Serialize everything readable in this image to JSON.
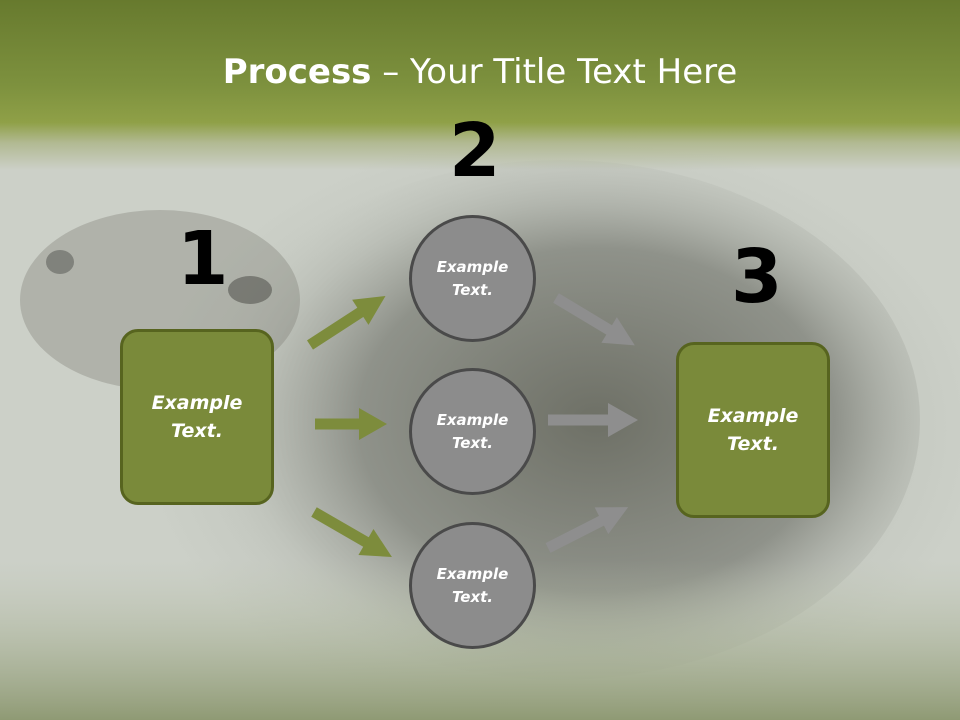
{
  "title": {
    "bold": "Process",
    "rest": " – Your Title Text Here"
  },
  "steps": {
    "one": {
      "number": "1",
      "text": "Example Text."
    },
    "two": {
      "number": "2"
    },
    "three": {
      "number": "3",
      "text": "Example Text."
    }
  },
  "circles": [
    {
      "text": "Example Text."
    },
    {
      "text": "Example Text."
    },
    {
      "text": "Example Text."
    }
  ],
  "colors": {
    "accent_green": "#7a8a3a",
    "green_arrow": "#7d8c3c",
    "gray_arrow": "#8e8e8e",
    "circle_fill": "#8c8c8c"
  }
}
